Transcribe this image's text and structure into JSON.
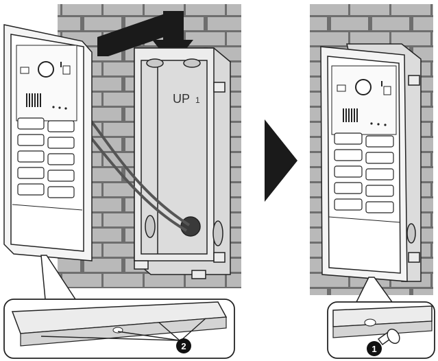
{
  "box_label": "UP",
  "callouts": {
    "left_badge": "2",
    "right_badge": "1"
  },
  "colors": {
    "line": "#222222",
    "brick": "#b8b8b8",
    "mortar": "#6e6e6e",
    "panel": "#ffffff",
    "box": "#dcdcdc",
    "arrow": "#1a1a1a"
  },
  "icons": [
    "down-arrow-icon",
    "right-arrow-icon",
    "screw-icon"
  ]
}
